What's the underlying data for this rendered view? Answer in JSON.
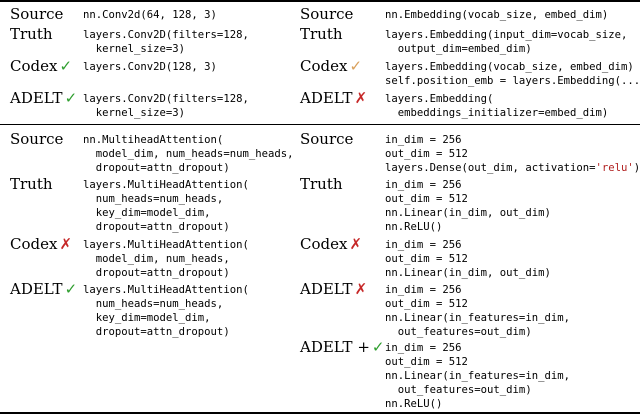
{
  "rows": {
    "r1": {
      "left": {
        "source_label": "Source",
        "source_code": "nn.Conv2d(64, 128, 3)",
        "truth_label": "Truth",
        "truth_code": "layers.Conv2D(filters=128,\n  kernel_size=3)",
        "codex_label": "Codex",
        "codex_mark": "✓",
        "codex_code": "layers.Conv2D(128, 3)",
        "adelt_label": "ADELT",
        "adelt_mark": "✓",
        "adelt_code": "layers.Conv2D(filters=128,\n  kernel_size=3)"
      },
      "right": {
        "source_label": "Source",
        "source_code": "nn.Embedding(vocab_size, embed_dim)",
        "truth_label": "Truth",
        "truth_code": "layers.Embedding(input_dim=vocab_size,\n  output_dim=embed_dim)",
        "codex_label": "Codex",
        "codex_mark": "✓",
        "codex_code": "layers.Embedding(vocab_size, embed_dim)\nself.position_emb = layers.Embedding(...)",
        "adelt_label": "ADELT",
        "adelt_mark": "✗",
        "adelt_code": "layers.Embedding(\n  embeddings_initializer=embed_dim)"
      }
    },
    "r2": {
      "left": {
        "source_label": "Source",
        "source_code": "nn.MultiheadAttention(\n  model_dim, num_heads=num_heads,\n  dropout=attn_dropout)",
        "truth_label": "Truth",
        "truth_code": "layers.MultiHeadAttention(\n  num_heads=num_heads,\n  key_dim=model_dim,\n  dropout=attn_dropout)",
        "codex_label": "Codex",
        "codex_mark": "✗",
        "codex_code": "layers.MultiHeadAttention(\n  model_dim, num_heads,\n  dropout=attn_dropout)",
        "adelt_label": "ADELT",
        "adelt_mark": "✓",
        "adelt_code": "layers.MultiHeadAttention(\n  num_heads=num_heads,\n  key_dim=model_dim,\n  dropout=attn_dropout)"
      },
      "right": {
        "source_label": "Source",
        "source_code_pre": "in_dim = 256\nout_dim = 512\nlayers.Dense(out_dim, activation=",
        "source_code_str": "'relu'",
        "source_code_post": ")",
        "truth_label": "Truth",
        "truth_code": "in_dim = 256\nout_dim = 512\nnn.Linear(in_dim, out_dim)\nnn.ReLU()",
        "codex_label": "Codex",
        "codex_mark": "✗",
        "codex_code": "in_dim = 256\nout_dim = 512\nnn.Linear(in_dim, out_dim)",
        "adelt_label": "ADELT",
        "adelt_mark": "✗",
        "adelt_code": "in_dim = 256\nout_dim = 512\nnn.Linear(in_features=in_dim,\n  out_features=out_dim)",
        "adeltplus_label": "ADELT +",
        "adeltplus_mark": "✓",
        "adeltplus_code": "in_dim = 256\nout_dim = 512\nnn.Linear(in_features=in_dim,\n  out_features=out_dim)\nnn.ReLU()"
      }
    }
  },
  "colors": {
    "correct": "#2e9e2e",
    "wrong": "#c62828",
    "partial": "#d9a05b",
    "string_literal": "#b22222"
  }
}
